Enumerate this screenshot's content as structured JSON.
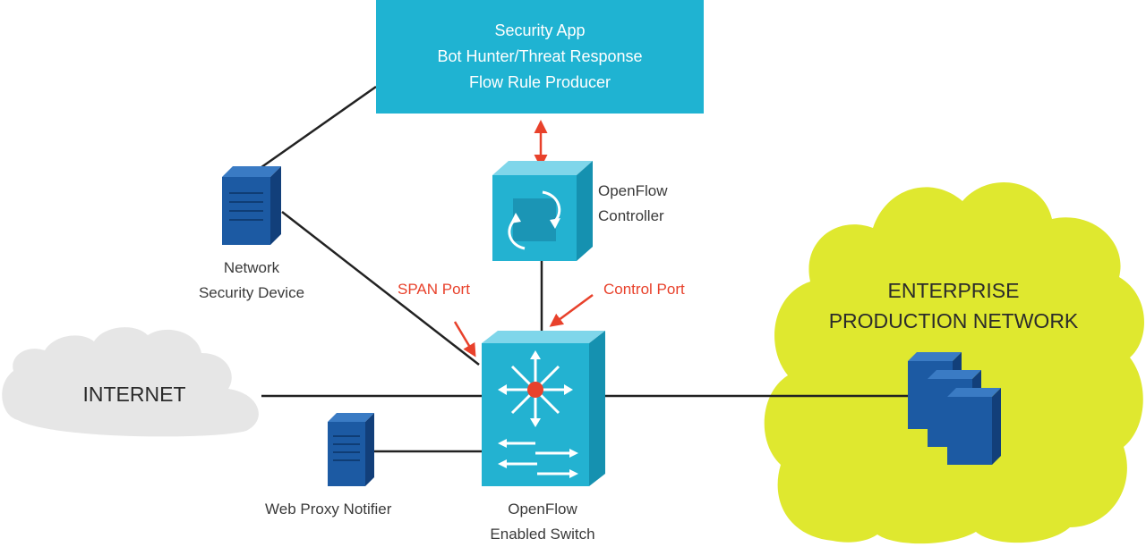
{
  "security_app": {
    "lines": [
      "Security App",
      "Bot Hunter/Threat Response",
      "Flow Rule Producer"
    ]
  },
  "controller": {
    "lines": [
      "OpenFlow",
      "Controller"
    ]
  },
  "network_security_device": {
    "lines": [
      "Network",
      "Security Device"
    ]
  },
  "switch": {
    "lines": [
      "OpenFlow",
      "Enabled Switch"
    ]
  },
  "web_proxy": {
    "label": "Web Proxy Notifier"
  },
  "ports": {
    "span": "SPAN Port",
    "control": "Control Port"
  },
  "internet": {
    "label": "INTERNET"
  },
  "enterprise": {
    "lines": [
      "ENTERPRISE",
      "PRODUCTION NETWORK"
    ]
  },
  "colors": {
    "app_box": "#1fb3d2",
    "device_blue": "#1c5aa3",
    "switch_cyan": "#23b2d1",
    "cloud_yellow": "#dfe82f",
    "cloud_gray": "#e6e6e6",
    "arrow_red": "#e8412b",
    "line": "#222222"
  }
}
